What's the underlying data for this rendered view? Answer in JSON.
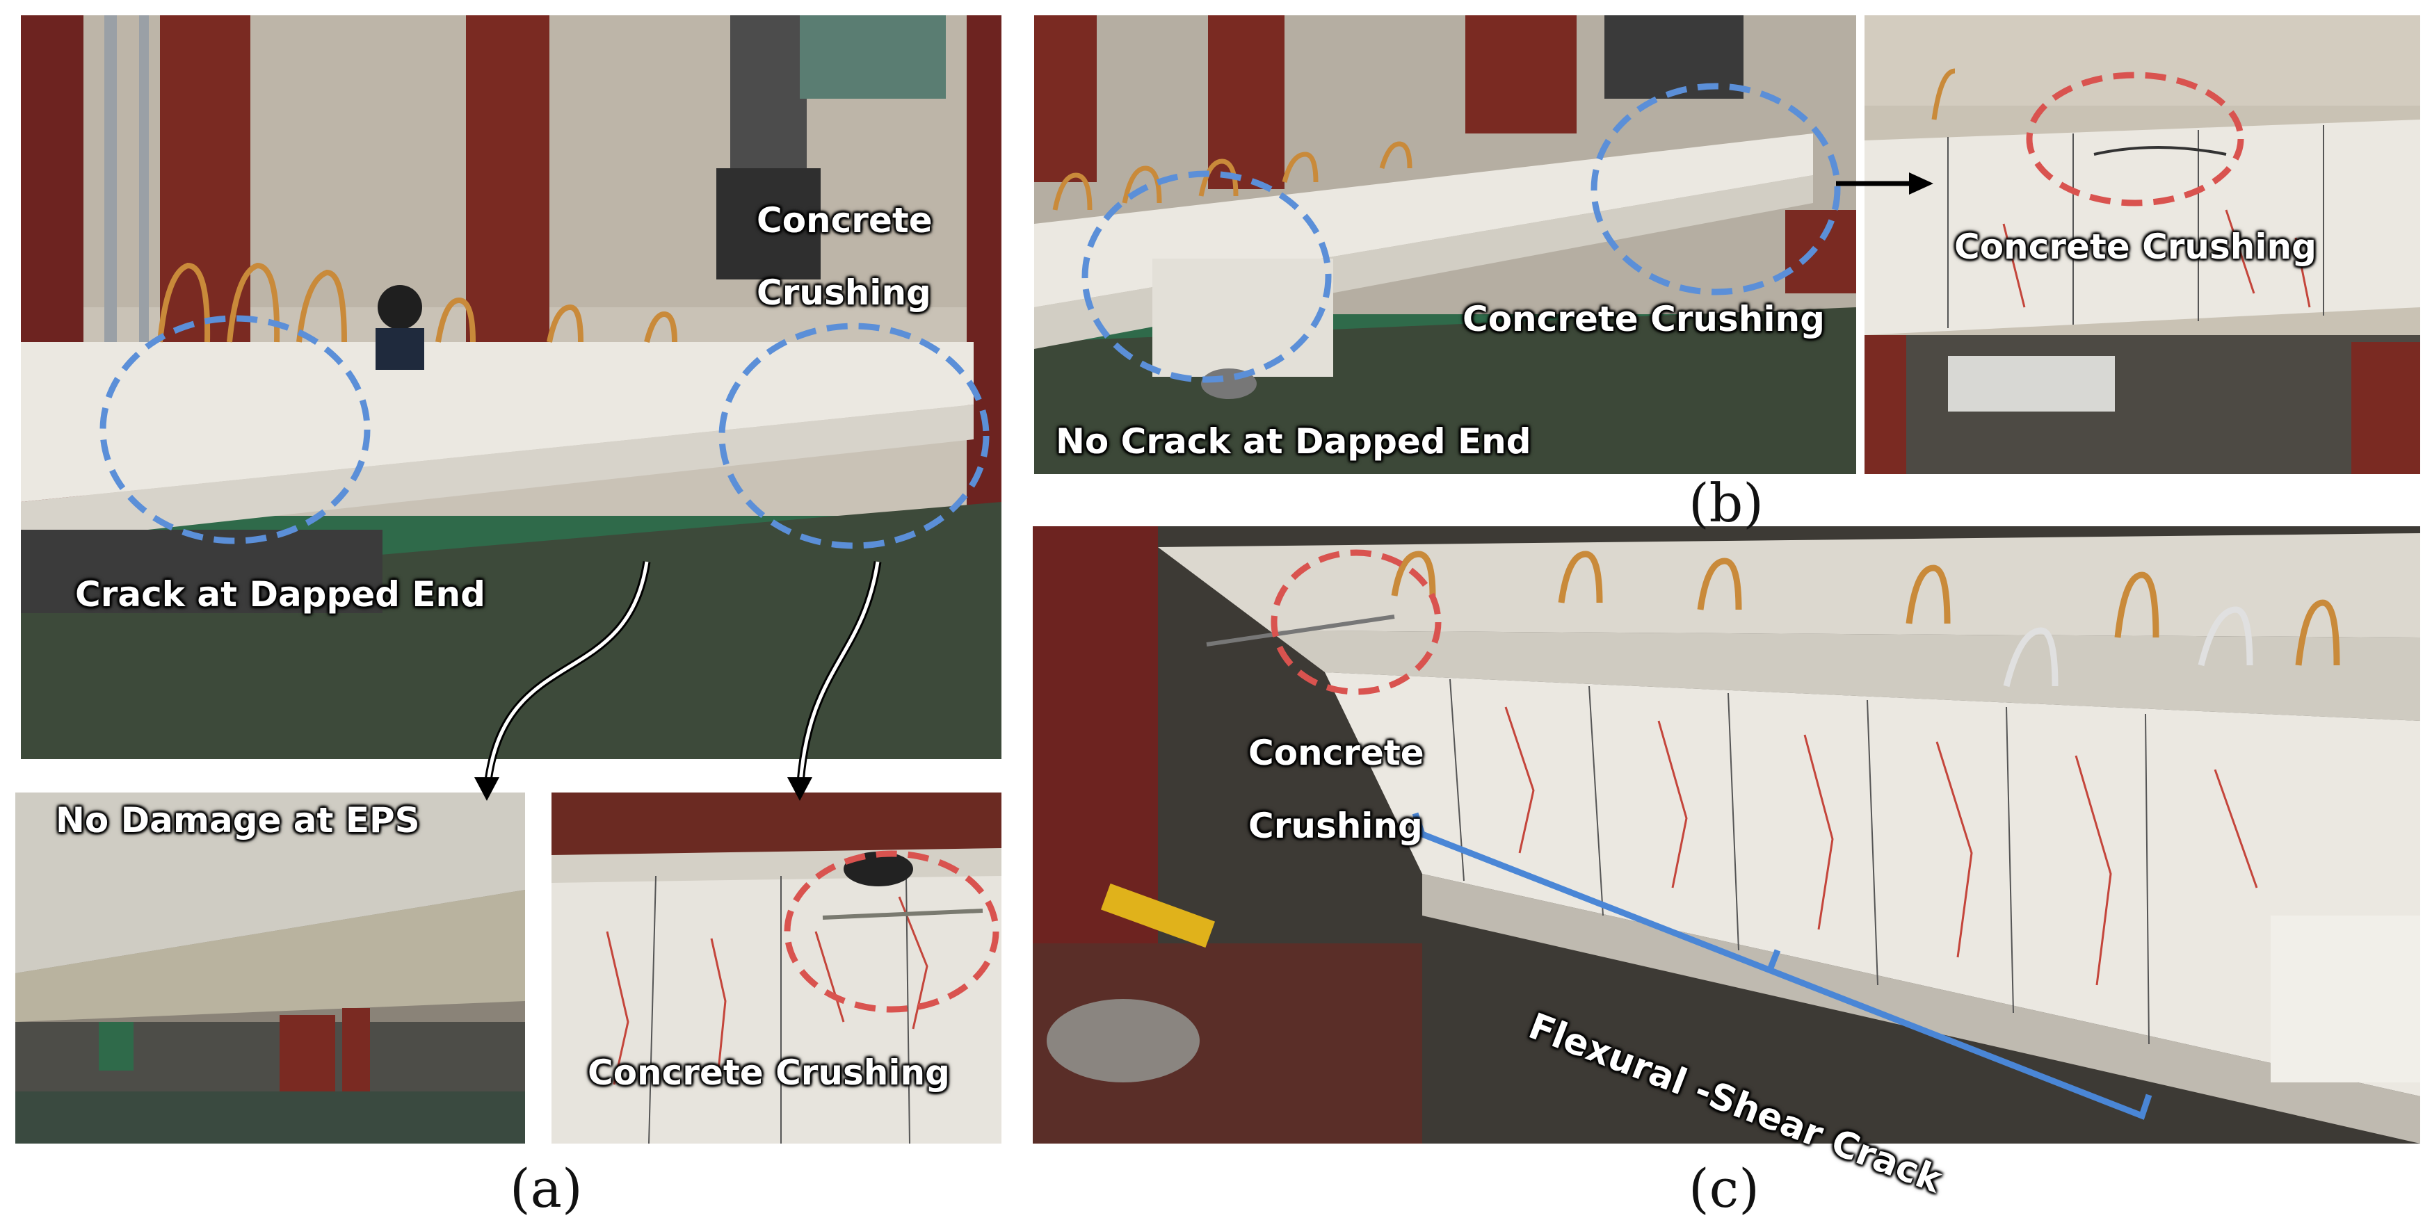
{
  "panels": {
    "a": {
      "caption": "(a)",
      "main": {
        "label_crack_dapped": "Crack at Dapped End",
        "label_crushing_line1": "Concrete",
        "label_crushing_line2": "Crushing"
      },
      "inset_left": {
        "label": "No Damage at EPS"
      },
      "inset_right": {
        "label": "Concrete Crushing"
      }
    },
    "b": {
      "caption": "(b)",
      "left": {
        "label_no_crack": "No Crack at Dapped End",
        "label_crushing": "Concrete Crushing"
      },
      "right": {
        "label_crushing": "Concrete Crushing"
      }
    },
    "c": {
      "caption": "(c)",
      "label_crushing_line1": "Concrete",
      "label_crushing_line2": "Crushing",
      "label_flexural": "Flexural -Shear Crack"
    }
  },
  "colors": {
    "marker_blue": "#5b8fd8",
    "marker_red": "#d9534f",
    "bracket_blue": "#4a86d6",
    "concrete": "#e8e6e0",
    "steel_frame": "#7a2a22",
    "floor_green": "#2f6a4a"
  }
}
